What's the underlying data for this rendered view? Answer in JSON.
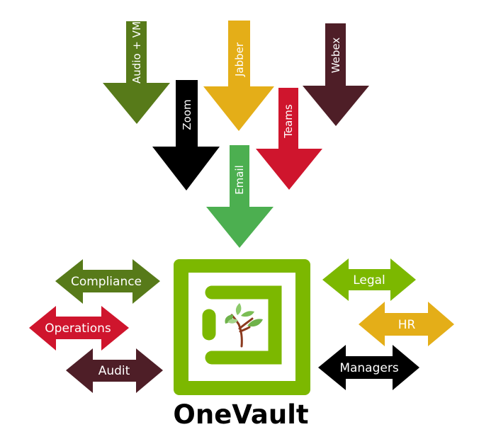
{
  "diagram": {
    "title": "OneVault",
    "inputs": [
      {
        "id": "audio-vm",
        "label": "Audio + VM",
        "color": "#577a19"
      },
      {
        "id": "zoom",
        "label": "Zoom",
        "color": "#000000"
      },
      {
        "id": "jabber",
        "label": "Jabber",
        "color": "#e4ae18"
      },
      {
        "id": "teams",
        "label": "Teams",
        "color": "#cf152d"
      },
      {
        "id": "webex",
        "label": "Webex",
        "color": "#4e1e27"
      },
      {
        "id": "email",
        "label": "Email",
        "color": "#4caf50"
      }
    ],
    "left_consumers": [
      {
        "id": "compliance",
        "label": "Compliance",
        "color": "#577a19"
      },
      {
        "id": "operations",
        "label": "Operations",
        "color": "#cf152d"
      },
      {
        "id": "audit",
        "label": "Audit",
        "color": "#4e1e27"
      }
    ],
    "right_consumers": [
      {
        "id": "legal",
        "label": "Legal",
        "color": "#7cb800"
      },
      {
        "id": "hr",
        "label": "HR",
        "color": "#e4ae18"
      },
      {
        "id": "managers",
        "label": "Managers",
        "color": "#000000"
      }
    ],
    "vault": {
      "color": "#7cb800",
      "icon": "tree-icon"
    }
  }
}
